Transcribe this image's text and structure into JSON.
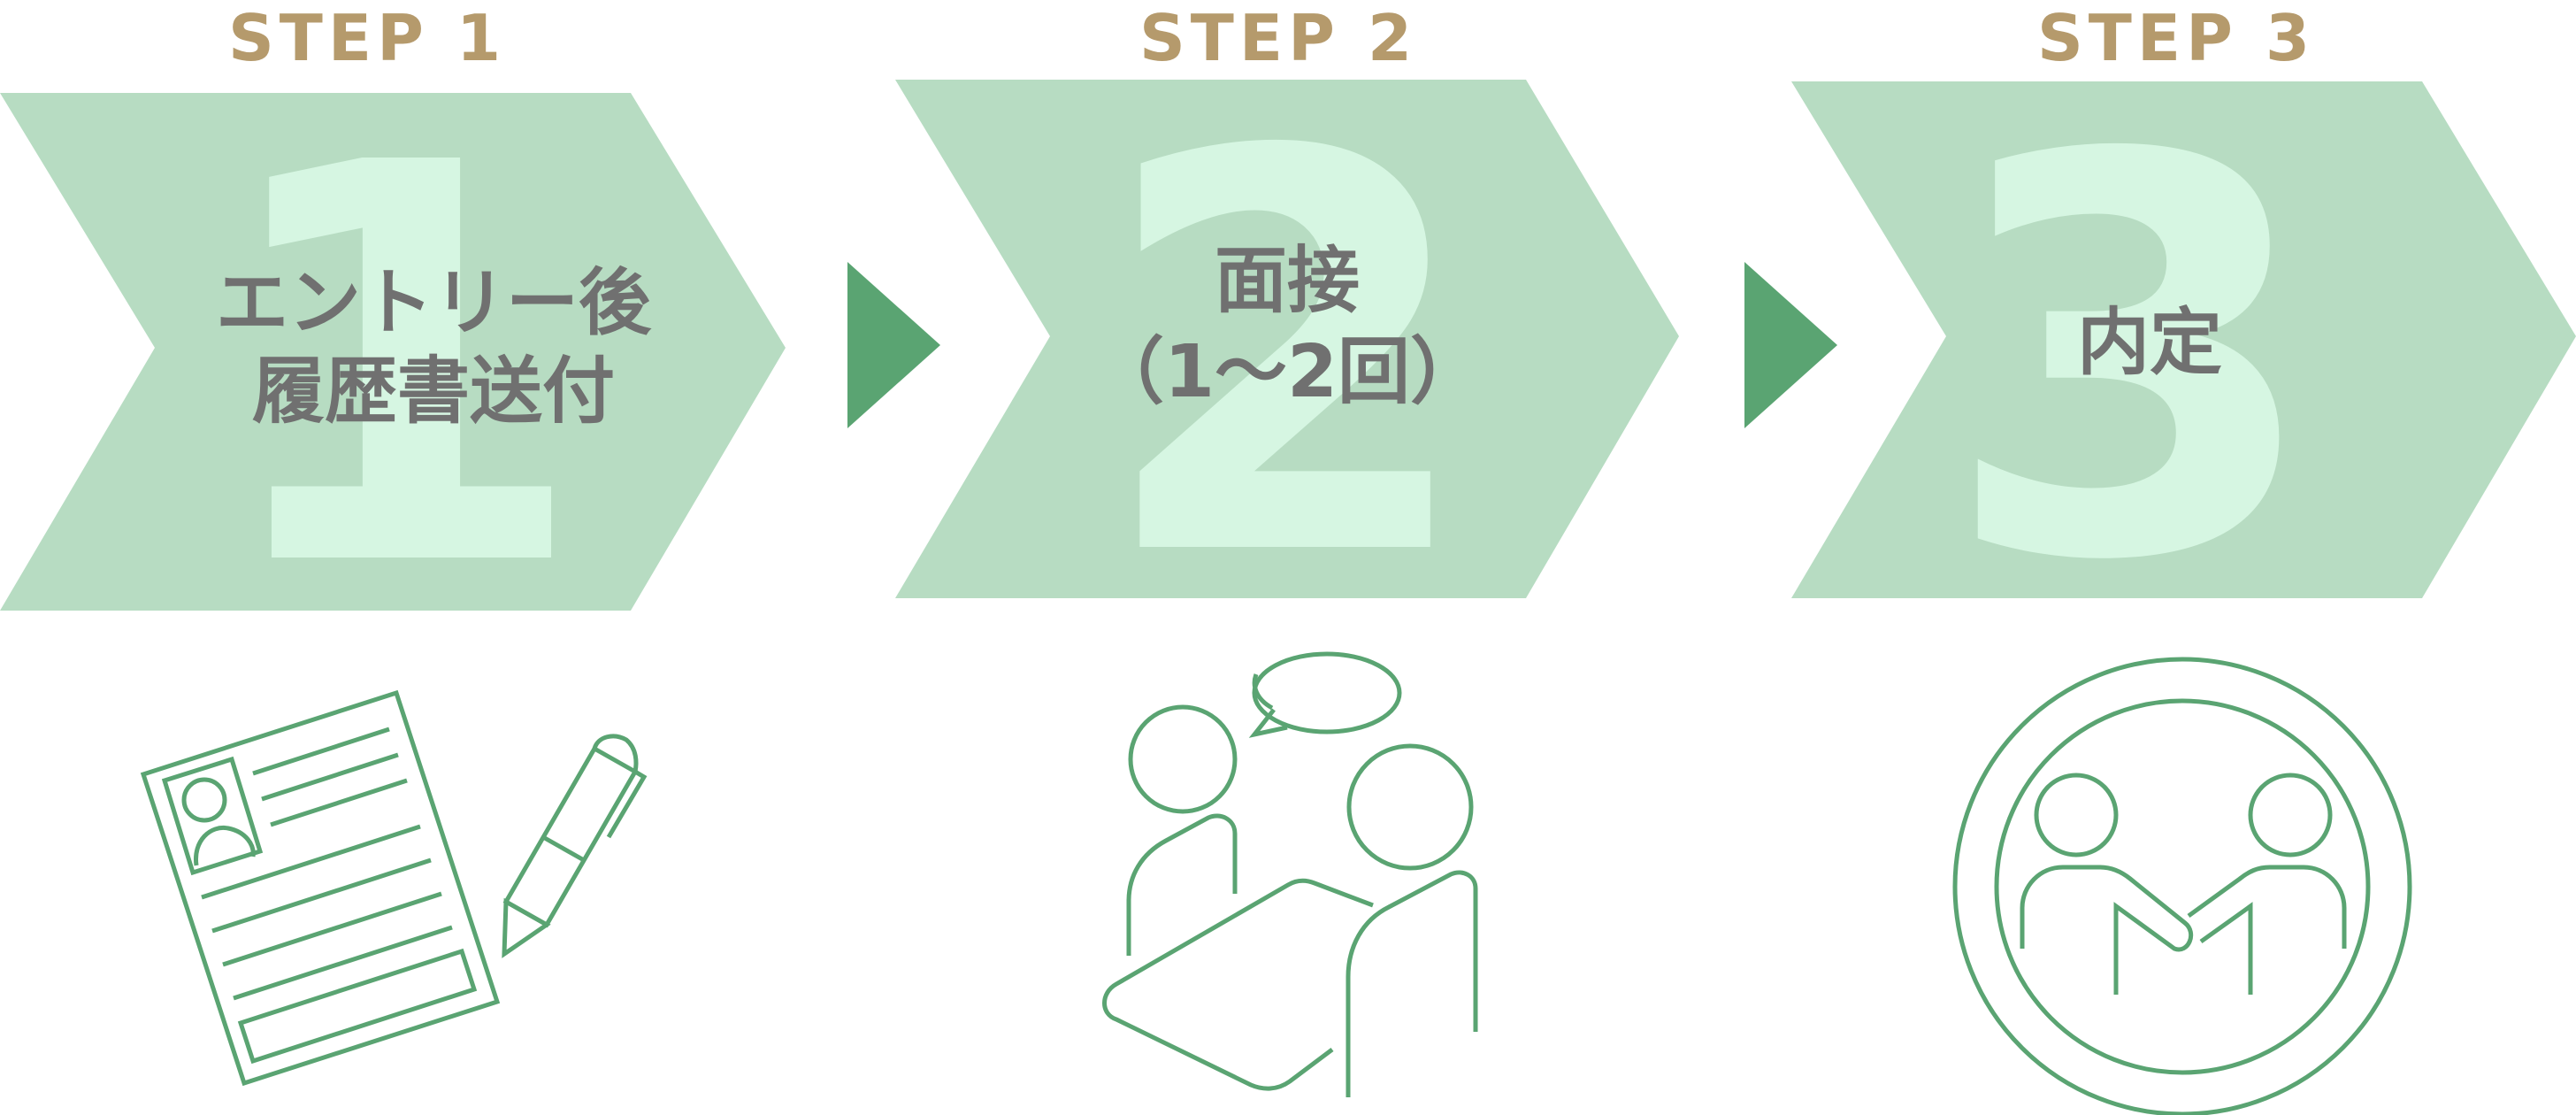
{
  "colors": {
    "step_label": "#b59a6c",
    "chevron_fill": "#b7dcc2",
    "big_number": "#d6f6e2",
    "step_text": "#707070",
    "arrow": "#5aa472",
    "icon_stroke": "#5aa472"
  },
  "steps": [
    {
      "label": "STEP 1",
      "number": "1",
      "lines": [
        "エントリー後",
        "履歴書送付"
      ],
      "icon": "resume-document-pen-icon"
    },
    {
      "label": "STEP 2",
      "number": "2",
      "lines": [
        "面接",
        "（1～2回）"
      ],
      "icon": "interview-people-speech-icon"
    },
    {
      "label": "STEP 3",
      "number": "3",
      "lines": [
        "内定"
      ],
      "icon": "handshake-offer-icon"
    }
  ],
  "arrows": [
    "arrow-right-icon",
    "arrow-right-icon"
  ]
}
